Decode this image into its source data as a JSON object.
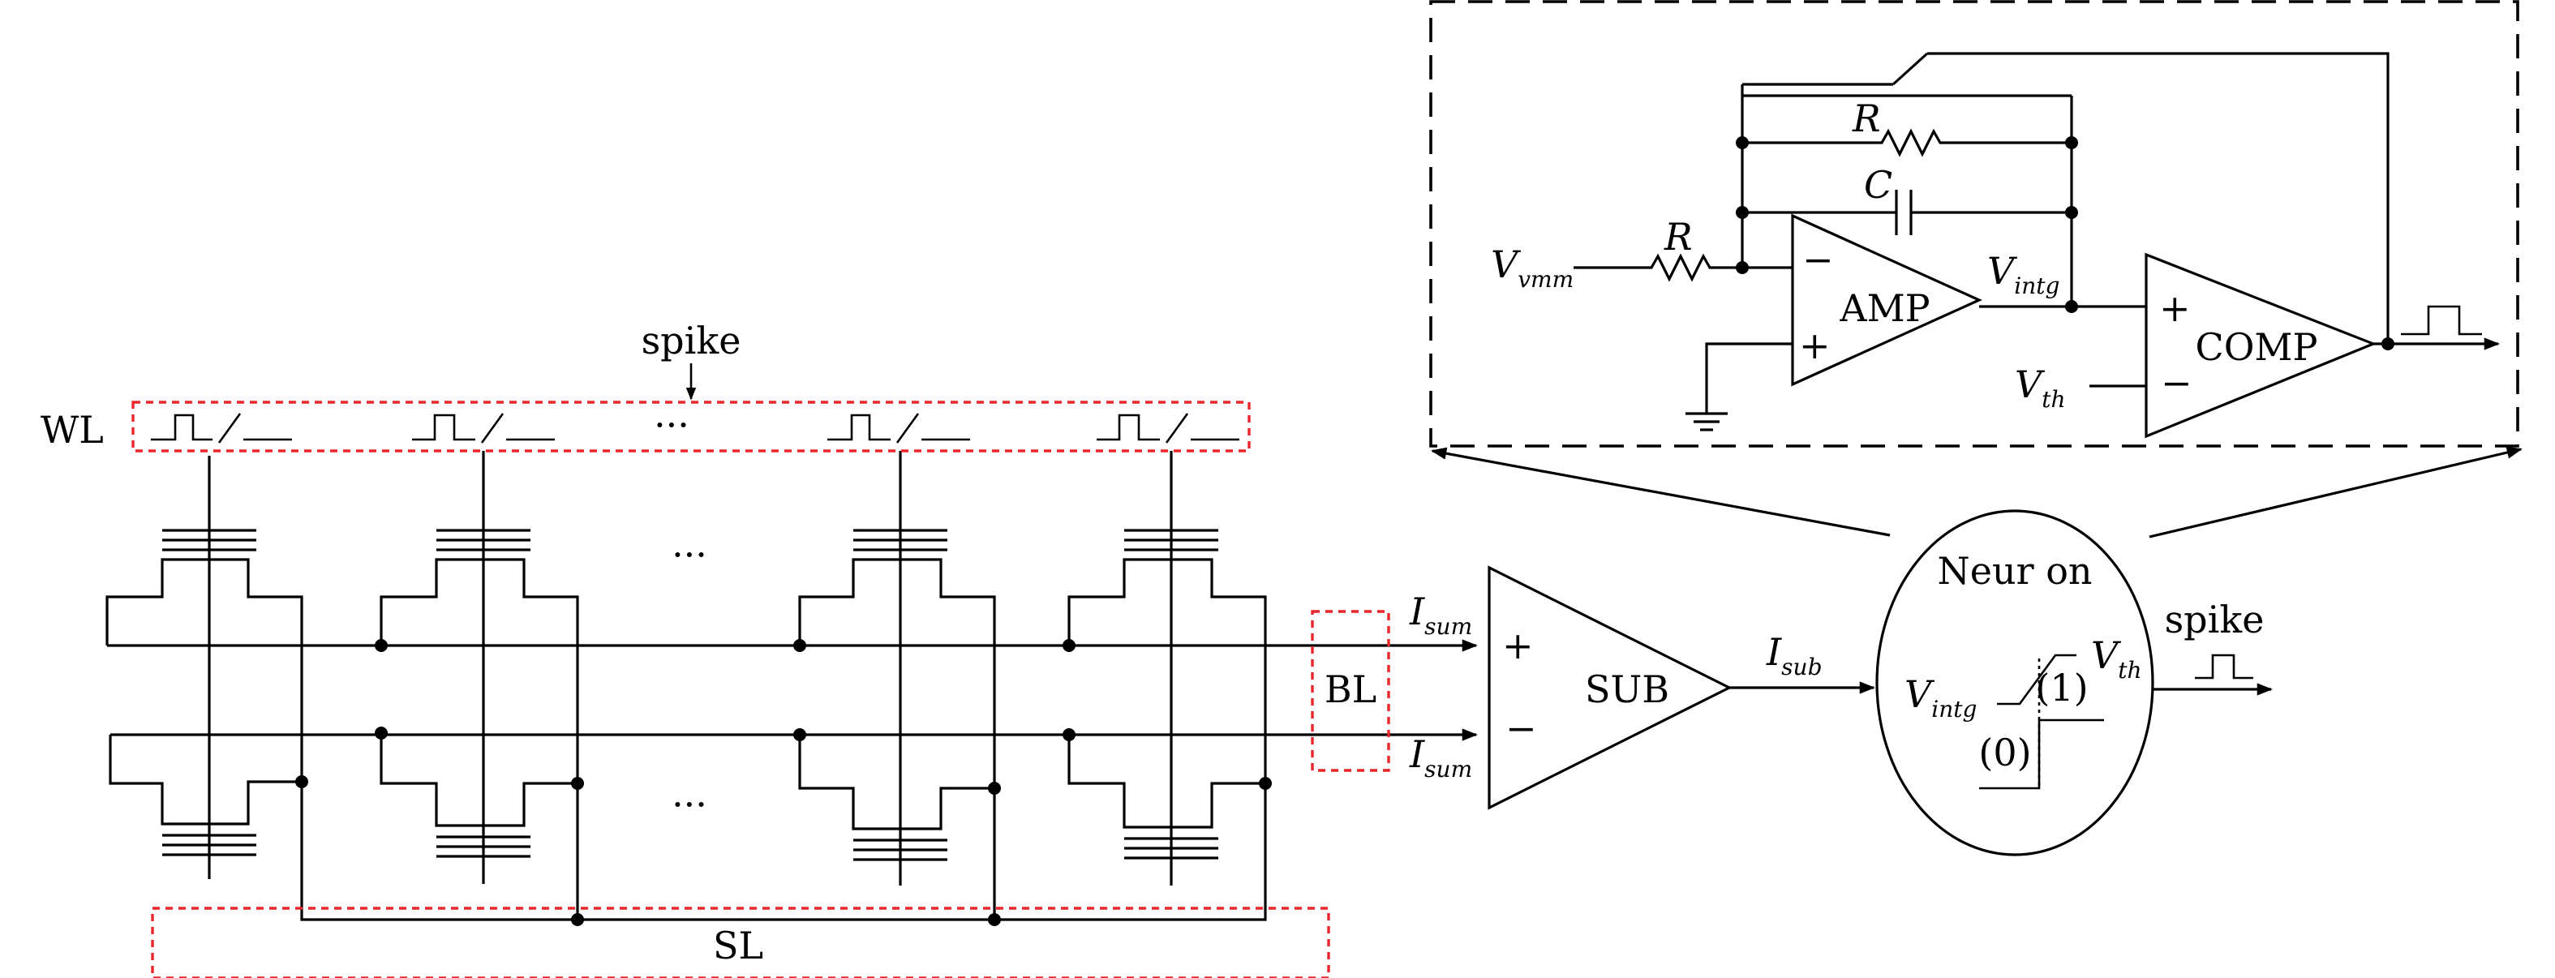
{
  "labels": {
    "wl": "WL",
    "sl": "SL",
    "bl": "BL",
    "spike_in": "spike",
    "spike_out": "spike",
    "ellipsis": "···",
    "plus": "+",
    "minus": "−"
  },
  "subtractor": {
    "label": "SUB",
    "input_main": "I",
    "input_sub": "sum",
    "output_main": "I",
    "output_sub": "sub"
  },
  "neuron": {
    "label": "Neur on",
    "vin_main": "V",
    "vin_sub": "intg",
    "vth_main": "V",
    "vth_sub": "th",
    "state_one": "(1)",
    "state_zero": "(0)"
  },
  "detail": {
    "vmm_main": "V",
    "vmm_sub": "vmm",
    "r_in": "R",
    "r_fb": "R",
    "c_fb": "C",
    "amp_label": "AMP",
    "vintg_main": "V",
    "vintg_sub": "intg",
    "comp_label": "COMP",
    "vth_main": "V",
    "vth_sub": "th"
  }
}
